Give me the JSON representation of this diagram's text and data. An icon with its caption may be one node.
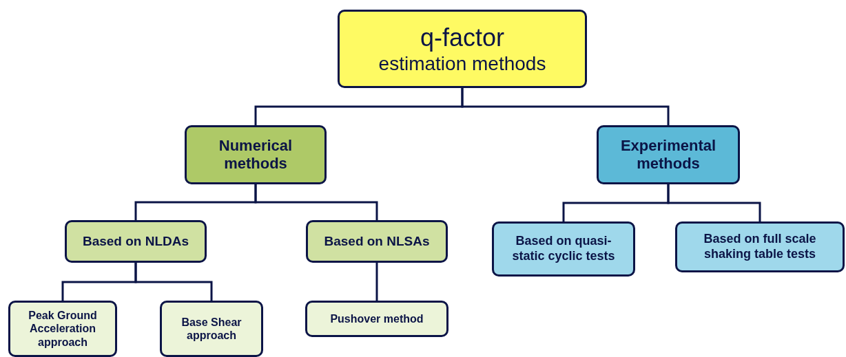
{
  "diagram": {
    "nodes": [
      {
        "text": [
          "q-factor",
          "estimation methods"
        ]
      },
      {
        "text": [
          "Numerical methods"
        ]
      },
      {
        "text": [
          "Experimental methods"
        ]
      },
      {
        "text": [
          "Based on NLDAs"
        ]
      },
      {
        "text": [
          "Based on NLSAs"
        ]
      },
      {
        "text": [
          "Based on quasi-static cyclic tests"
        ]
      },
      {
        "text": [
          "Based on full scale shaking table tests"
        ]
      },
      {
        "text": [
          "Peak Ground Acceleration approach"
        ]
      },
      {
        "text": [
          "Base Shear approach"
        ]
      },
      {
        "text": [
          "Pushover method"
        ]
      }
    ],
    "edges": [
      {
        "from": 0,
        "to": 1,
        "arrow": "none"
      },
      {
        "from": 0,
        "to": 2,
        "arrow": "none"
      },
      {
        "from": 1,
        "to": 3,
        "arrow": "none"
      },
      {
        "from": 1,
        "to": 4,
        "arrow": "none"
      },
      {
        "from": 2,
        "to": 5,
        "arrow": "none"
      },
      {
        "from": 2,
        "to": 6,
        "arrow": "none"
      },
      {
        "from": 3,
        "to": 7,
        "arrow": "none"
      },
      {
        "from": 3,
        "to": 8,
        "arrow": "none"
      },
      {
        "from": 4,
        "to": 9,
        "arrow": "none"
      }
    ]
  }
}
